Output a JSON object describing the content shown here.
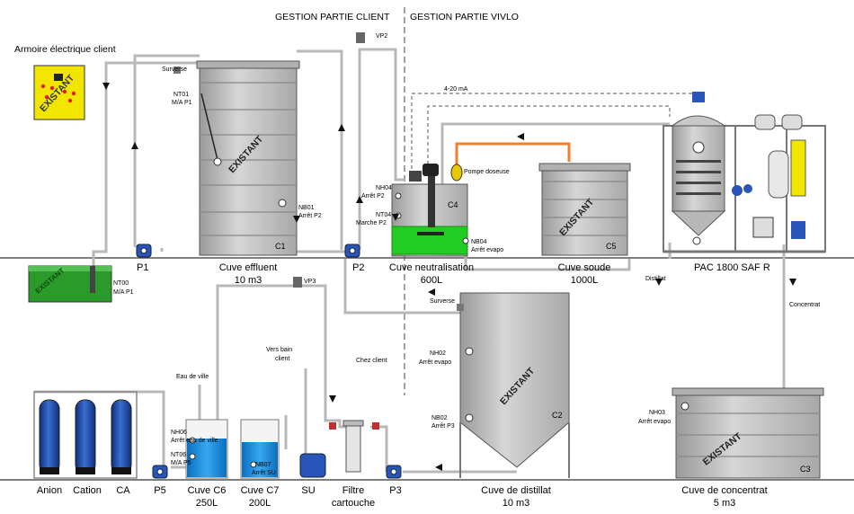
{
  "header": {
    "client_part": "GESTION PARTIE CLIENT",
    "vivlo_part": "GESTION PARTIE VIVLO"
  },
  "armoire": {
    "title": "Armoire électrique client",
    "stamp": "EXISTANT"
  },
  "existant": "EXISTANT",
  "tanks": {
    "c1": {
      "tag": "C1",
      "name": "Cuve effluent",
      "volume": "10 m3"
    },
    "c2": {
      "tag": "C2",
      "name": "Cuve de distillat",
      "volume": "10 m3"
    },
    "c3": {
      "tag": "C3",
      "name": "Cuve de concentrat",
      "volume": "5 m3"
    },
    "c4": {
      "tag": "C4",
      "name": "Cuve neutralisation",
      "volume": "600L"
    },
    "c5": {
      "tag": "C5",
      "name": "Cuve soude",
      "volume": "1000L"
    },
    "c6": {
      "name": "Cuve C6",
      "volume": "250L"
    },
    "c7": {
      "name": "Cuve C7",
      "volume": "200L"
    }
  },
  "pac": {
    "name": "PAC 1800 SAF R"
  },
  "pumps": {
    "p1": "P1",
    "p2": "P2",
    "p3": "P3",
    "p5": "P5",
    "su": "SU",
    "dosing": "Pompe doseuse"
  },
  "valves": {
    "vp2": "VP2",
    "vp3": "VP3"
  },
  "sensors": {
    "nt01_a": "NT01",
    "nt01_b": "M/A P1",
    "nb01_a": "NB01",
    "nb01_b": "Arrêt  P2",
    "nt00_a": "NT00",
    "nt00_b": "M/A  P1",
    "nh04a_a": "NH04",
    "nh04a_b": "Arrêt P2",
    "nt04_a": "NT04",
    "nt04_b": "Marche P2",
    "nb04_a": "NB04",
    "nb04_b": "Arrêt evapo",
    "nh02_a": "NH02",
    "nh02_b": "Arrêt evapo",
    "nb02_a": "NB02",
    "nb02_b": "Arrêt P3",
    "nh03_a": "NH03",
    "nh03_b": "Arrêt evapo",
    "nh06_a": "NH06",
    "nh06_b": "Arrêt eau de ville",
    "nt06_a": "NT06",
    "nt06_b": "M/A P5",
    "nb07_a": "NB07",
    "nb07_b": "Arrêt SU"
  },
  "labels": {
    "surverse": "Surverse",
    "signal": "4-20 mA",
    "distillat": "Distillat",
    "concentrat": "Concentrat",
    "chez_client": "Chez client",
    "eau_de_ville": "Eau de ville",
    "vers_bain_1": "Vers bain",
    "vers_bain_2": "client",
    "filtre_1": "Filtre",
    "filtre_2": "cartouche",
    "anion": "Anion",
    "cation": "Cation",
    "ca": "CA"
  },
  "colors": {
    "pipe": "#b8b8b8",
    "tank": "#c4c4c4",
    "resin": "#1f4fa8",
    "water": "#1a8fe0",
    "green": "#1faa1f",
    "soda": "#f08030",
    "cabinet": "#f2e600",
    "pump": "#2a55b8"
  }
}
